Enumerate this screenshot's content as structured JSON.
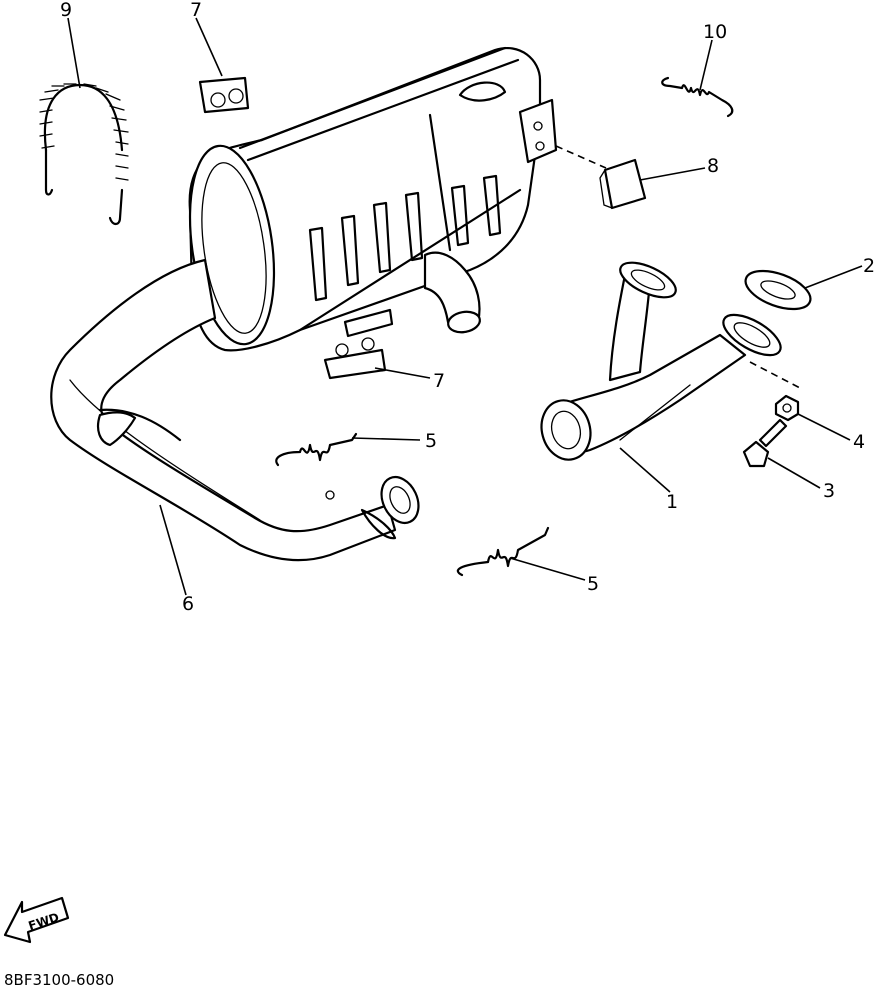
{
  "callouts": {
    "c1": "1",
    "c2": "2",
    "c3": "3",
    "c4": "4",
    "c5a": "5",
    "c5b": "5",
    "c6": "6",
    "c7a": "7",
    "c7b": "7",
    "c8": "8",
    "c9": "9",
    "c10": "10"
  },
  "fwd_label": "FWD",
  "diagram_code": "8BF3100-6080"
}
